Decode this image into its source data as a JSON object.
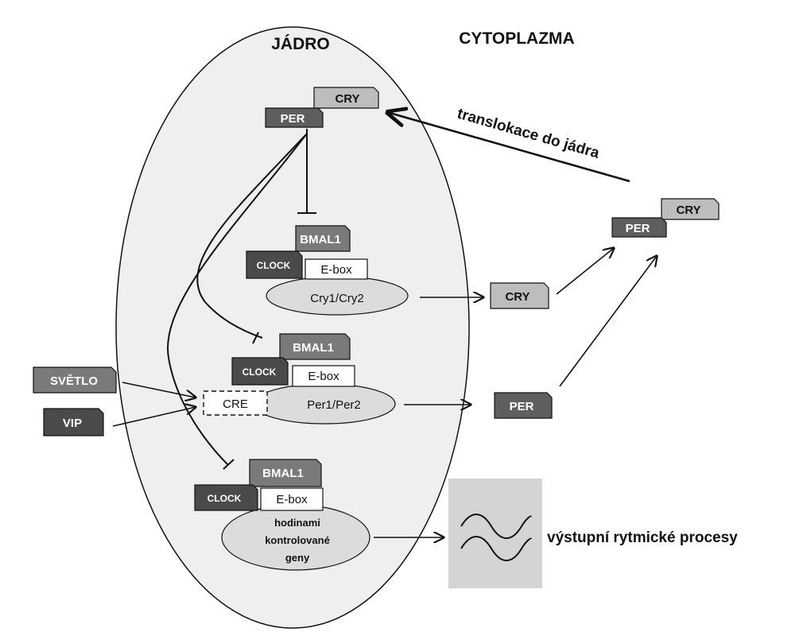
{
  "headings": {
    "nucleus": "JÁDRO",
    "cytoplasm": "CYTOPLAZMA"
  },
  "complex_top": {
    "per": "PER",
    "cry": "CRY"
  },
  "translocation_label": "translokace do jádra",
  "complex_right": {
    "per": "PER",
    "cry": "CRY"
  },
  "gene_cry": {
    "clock": "CLOCK",
    "bmal1": "BMAL1",
    "ebox": "E-box",
    "gene": "Cry1/Cry2"
  },
  "gene_per": {
    "clock": "CLOCK",
    "bmal1": "BMAL1",
    "ebox": "E-box",
    "cre": "CRE",
    "gene": "Per1/Per2"
  },
  "gene_ccg": {
    "clock": "CLOCK",
    "bmal1": "BMAL1",
    "ebox": "E-box",
    "gene_lines": [
      "hodinami",
      "kontrolované",
      "geny"
    ]
  },
  "product_cry": "CRY",
  "product_per": "PER",
  "input_light": "SVĚTLO",
  "input_vip": "VIP",
  "output_label": "výstupní rytmické procesy",
  "colors": {
    "dark": "#4a4a4a",
    "medium": "#7a7a7a",
    "light": "#bdbdbd",
    "pale": "#dcdcdc",
    "nucleus_fill": "#efefef"
  }
}
